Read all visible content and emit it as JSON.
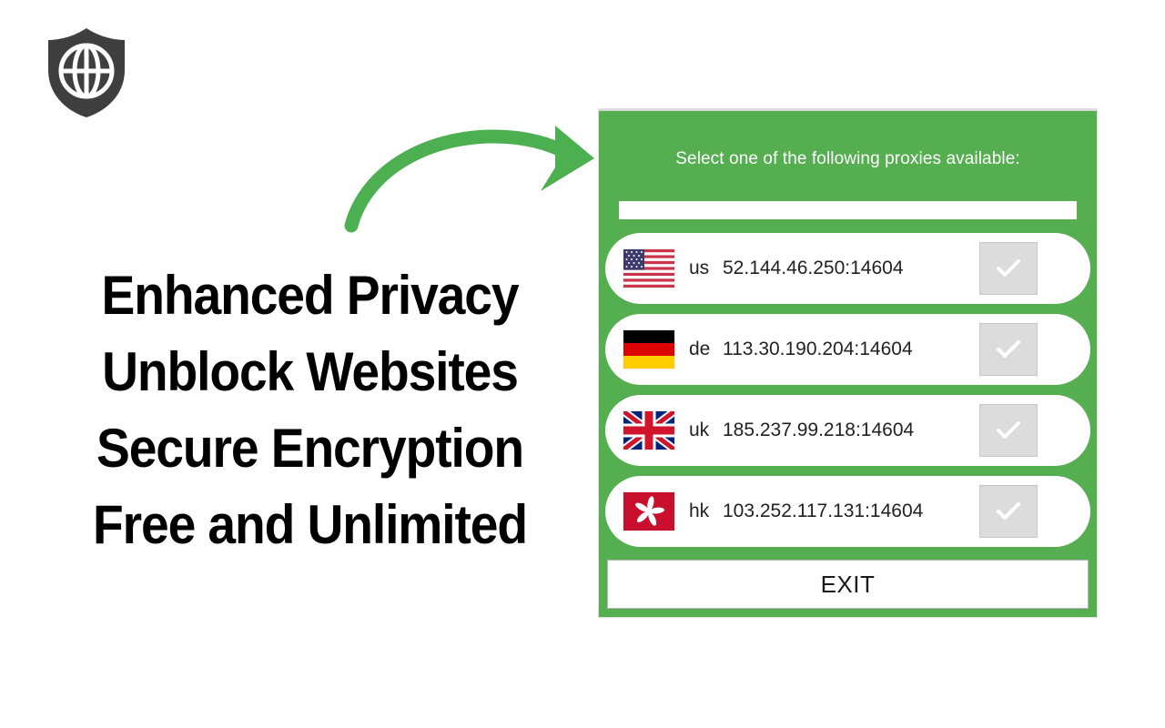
{
  "brand": {
    "logo_icon": "shield-globe-icon",
    "logo_shield_color": "#3f3f3f",
    "logo_globe_color": "#ffffff"
  },
  "headline": {
    "lines": [
      "Enhanced Privacy",
      "Unblock Websites",
      "Secure Encryption",
      "Free and Unlimited"
    ],
    "color": "#000000"
  },
  "arrow": {
    "icon": "curved-arrow-right-icon",
    "color": "#4CAF50"
  },
  "panel": {
    "title": "Select one of the following proxies available:",
    "background_color": "#55AE50",
    "title_color": "#ffffff",
    "search": {
      "value": "",
      "placeholder": ""
    },
    "proxies": [
      {
        "country_code": "us",
        "flag_icon": "flag-us-icon",
        "address": "52.144.46.250:14604",
        "select_icon": "check-icon"
      },
      {
        "country_code": "de",
        "flag_icon": "flag-de-icon",
        "address": "113.30.190.204:14604",
        "select_icon": "check-icon"
      },
      {
        "country_code": "uk",
        "flag_icon": "flag-uk-icon",
        "address": "185.237.99.218:14604",
        "select_icon": "check-icon"
      },
      {
        "country_code": "hk",
        "flag_icon": "flag-hk-icon",
        "address": "103.252.117.131:14604",
        "select_icon": "check-icon"
      }
    ],
    "exit_label": "EXIT"
  }
}
